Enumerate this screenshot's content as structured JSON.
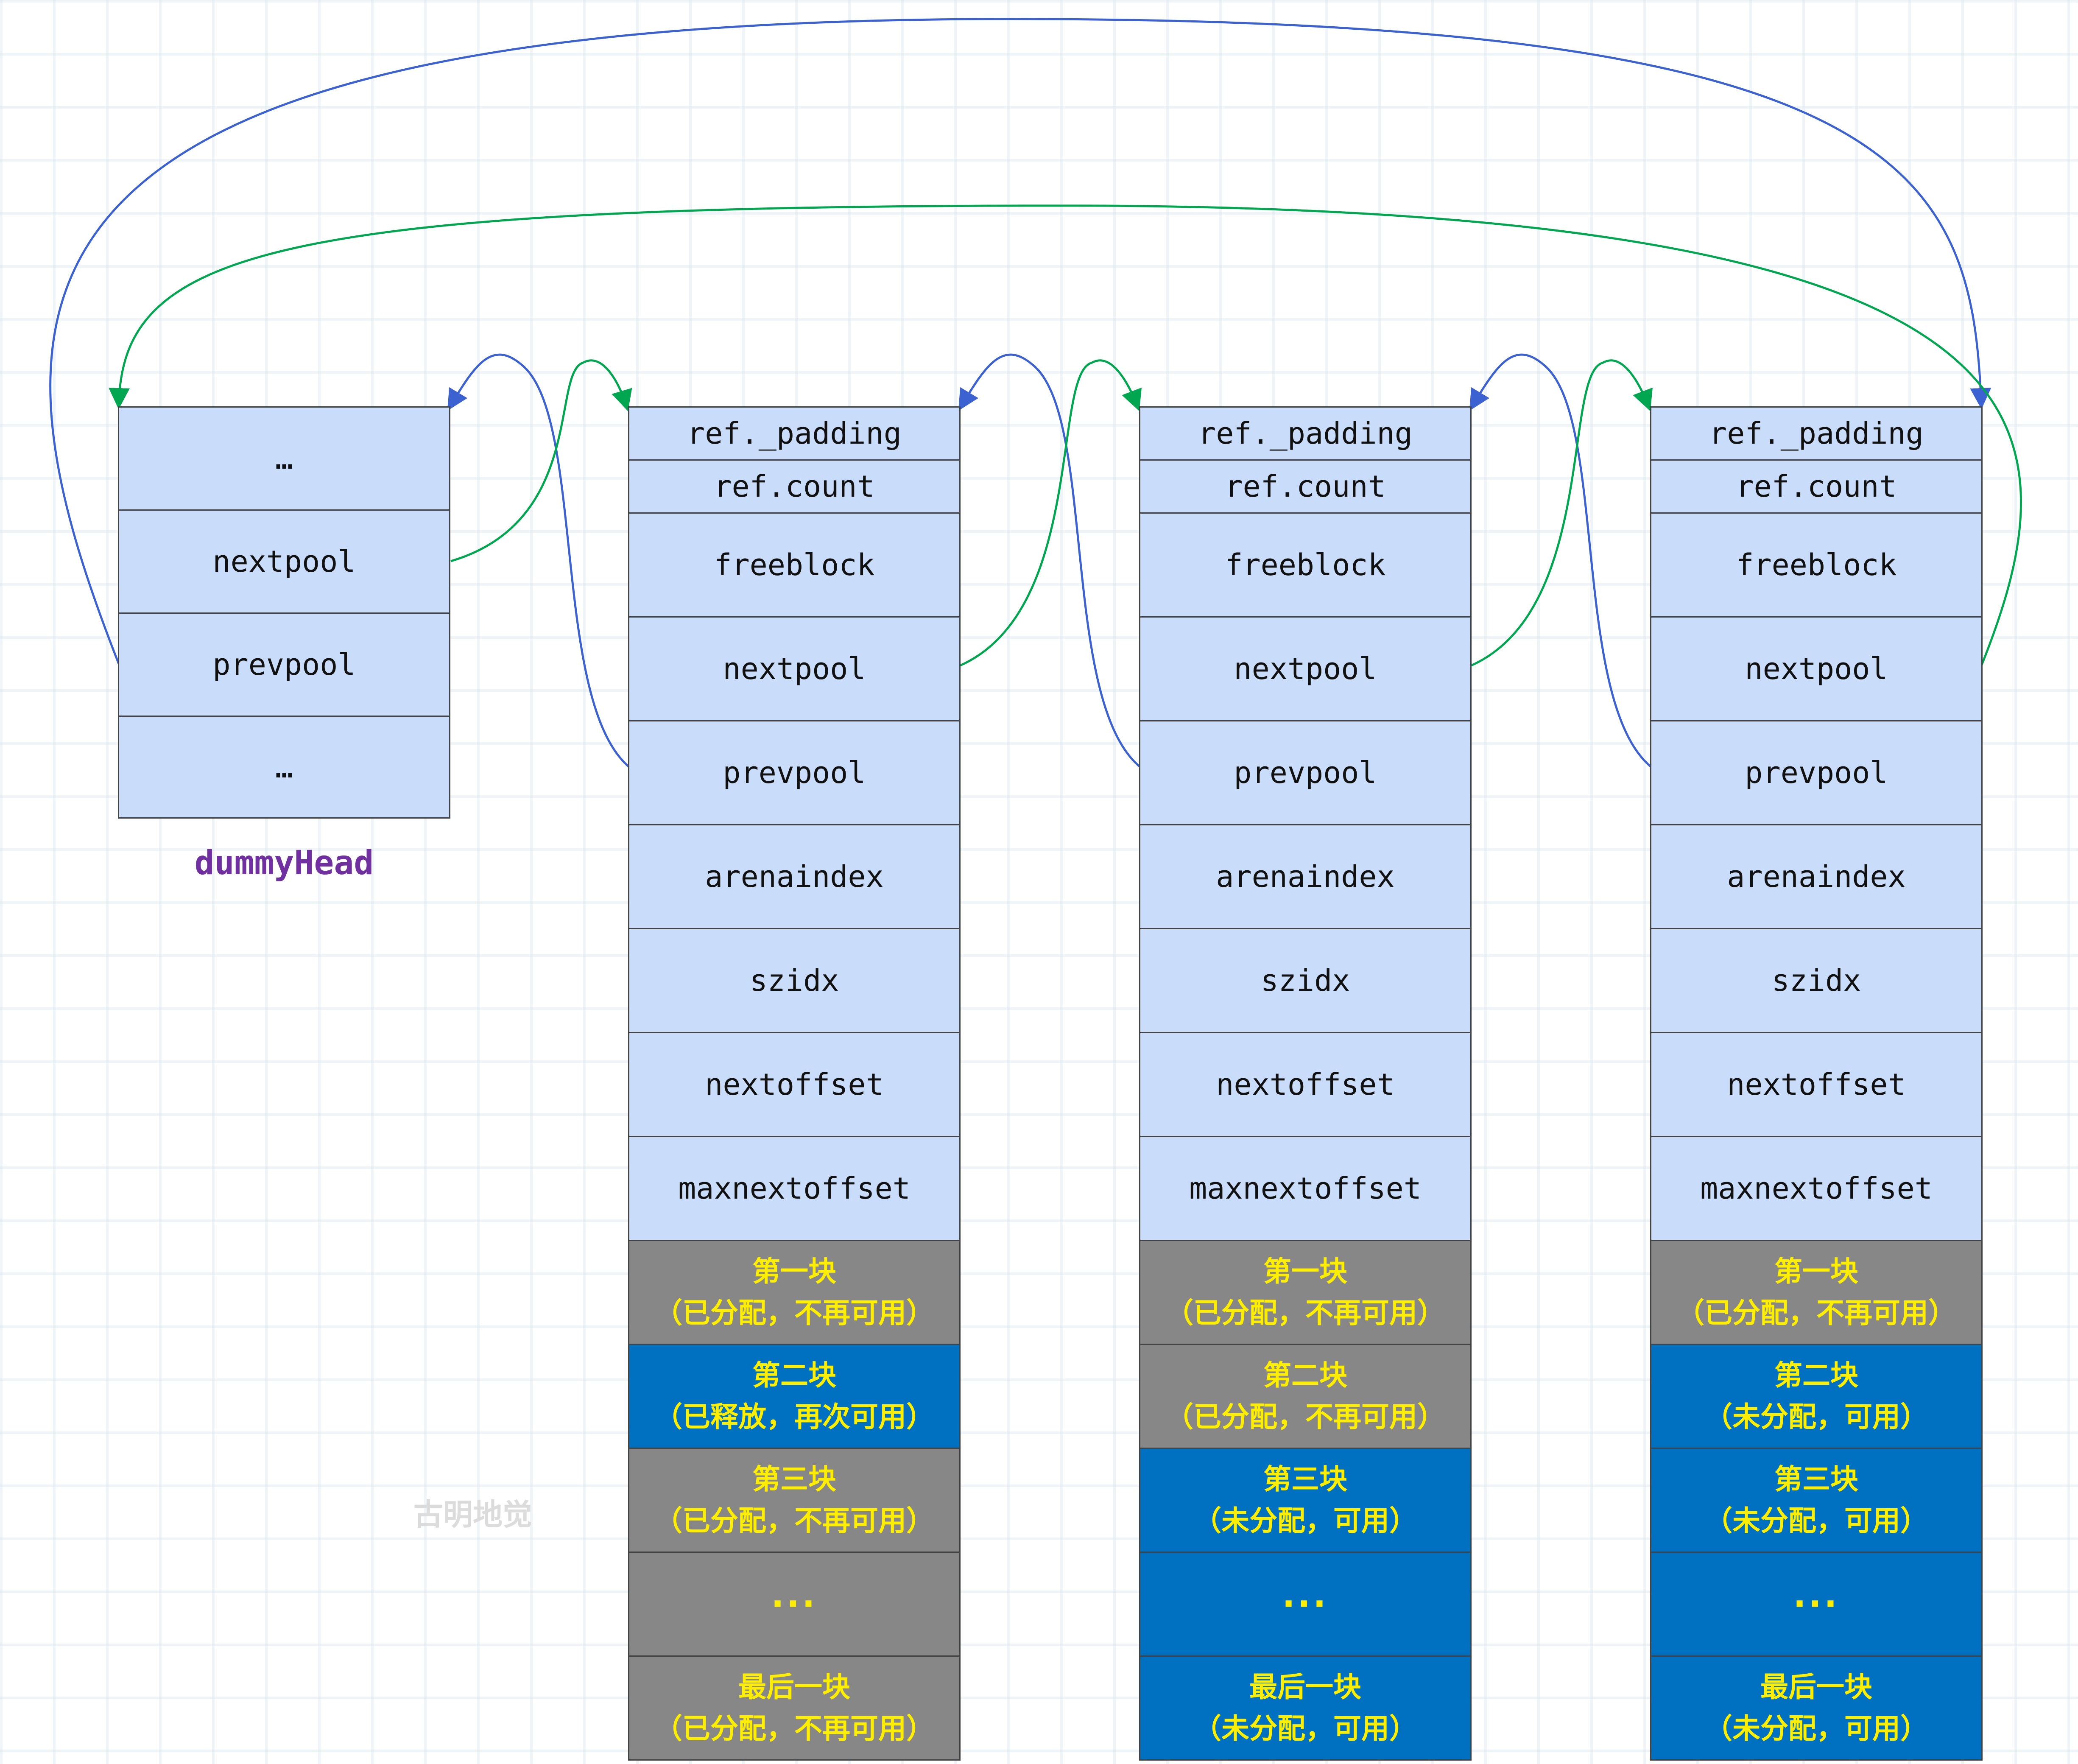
{
  "dummy_head": {
    "caption": "dummyHead",
    "fields": [
      "…",
      "nextpool",
      "prevpool",
      "…"
    ]
  },
  "pools": [
    {
      "fields": [
        "ref._padding",
        "ref.count",
        "freeblock",
        "nextpool",
        "prevpool",
        "arenaindex",
        "szidx",
        "nextoffset",
        "maxnextoffset"
      ],
      "blocks": [
        {
          "title": "第一块",
          "status": "（已分配，不再可用）",
          "state": "allocated"
        },
        {
          "title": "第二块",
          "status": "（已释放，再次可用）",
          "state": "free"
        },
        {
          "title": "第三块",
          "status": "（已分配，不再可用）",
          "state": "allocated"
        },
        {
          "title": "···",
          "status": "",
          "state": "allocated"
        },
        {
          "title": "最后一块",
          "status": "（已分配，不再可用）",
          "state": "allocated"
        }
      ]
    },
    {
      "fields": [
        "ref._padding",
        "ref.count",
        "freeblock",
        "nextpool",
        "prevpool",
        "arenaindex",
        "szidx",
        "nextoffset",
        "maxnextoffset"
      ],
      "blocks": [
        {
          "title": "第一块",
          "status": "（已分配，不再可用）",
          "state": "allocated"
        },
        {
          "title": "第二块",
          "status": "（已分配，不再可用）",
          "state": "allocated"
        },
        {
          "title": "第三块",
          "status": "（未分配，可用）",
          "state": "free"
        },
        {
          "title": "···",
          "status": "",
          "state": "free"
        },
        {
          "title": "最后一块",
          "status": "（未分配，可用）",
          "state": "free"
        }
      ]
    },
    {
      "fields": [
        "ref._padding",
        "ref.count",
        "freeblock",
        "nextpool",
        "prevpool",
        "arenaindex",
        "szidx",
        "nextoffset",
        "maxnextoffset"
      ],
      "blocks": [
        {
          "title": "第一块",
          "status": "（已分配，不再可用）",
          "state": "allocated"
        },
        {
          "title": "第二块",
          "status": "（未分配，可用）",
          "state": "free"
        },
        {
          "title": "第三块",
          "status": "（未分配，可用）",
          "state": "free"
        },
        {
          "title": "···",
          "status": "",
          "state": "free"
        },
        {
          "title": "最后一块",
          "status": "（未分配，可用）",
          "state": "free"
        }
      ]
    }
  ],
  "watermark": "古明地觉",
  "colors": {
    "header_fill": "#c9dcfa",
    "allocated_fill": "#878787",
    "free_fill": "#0070c0",
    "block_text": "#ffee00",
    "nextpool_link": "#00a650",
    "prevpool_link": "#3b62d0",
    "caption": "#7030a0"
  }
}
